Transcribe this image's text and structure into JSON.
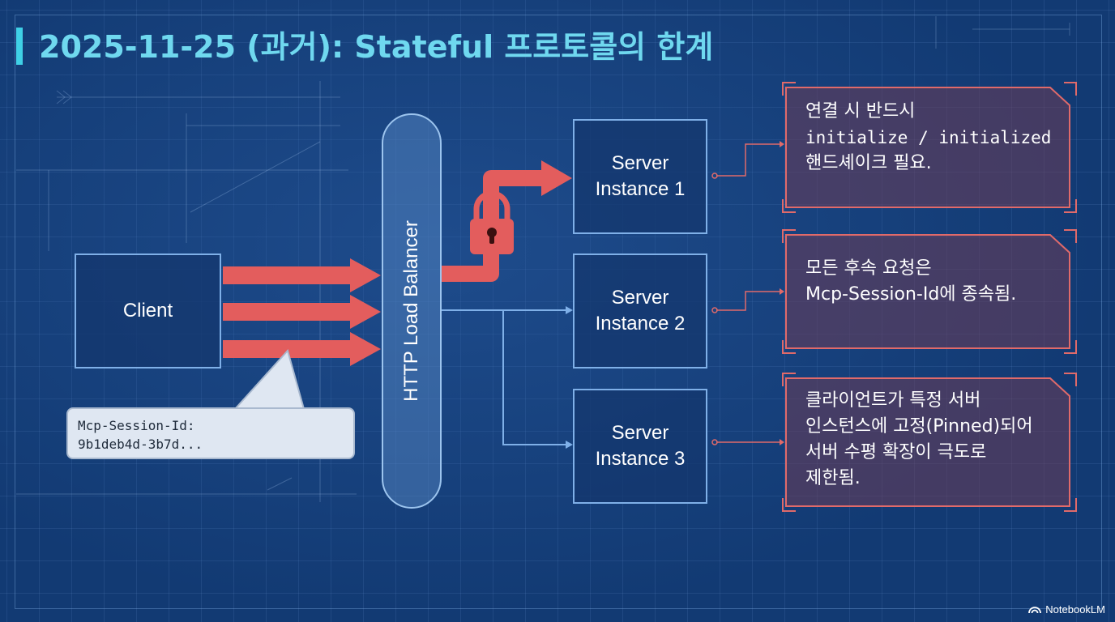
{
  "title": "2025-11-25 (과거): Stateful 프로토콜의 한계",
  "client": {
    "label": "Client"
  },
  "load_balancer": {
    "label": "HTTP Load Balancer"
  },
  "session_bubble": {
    "line1": "Mcp-Session-Id:",
    "line2": "9b1deb4d-3b7d..."
  },
  "servers": [
    {
      "line1": "Server",
      "line2": "Instance 1"
    },
    {
      "line1": "Server",
      "line2": "Instance 2"
    },
    {
      "line1": "Server",
      "line2": "Instance 3"
    }
  ],
  "notes": [
    {
      "line1": "연결 시 반드시",
      "line2": "initialize / initialized",
      "line3": "핸드셰이크 필요."
    },
    {
      "line1": "모든 후속 요청은",
      "line2": "Mcp-Session-Id에 종속됨."
    },
    {
      "line1": "클라이언트가 특정 서버",
      "line2": "인스턴스에 고정(Pinned)되어",
      "line3": "서버 수평 확장이 극도로",
      "line4": "제한됨."
    }
  ],
  "icons": {
    "lock": "lock-icon",
    "brand": "notebooklm-icon"
  },
  "colors": {
    "accent": "#6fd8ef",
    "arrow": "#e35d5d",
    "note_border": "#e06a6a",
    "connector": "#7fb0e8"
  },
  "brand": {
    "label": "NotebookLM"
  }
}
